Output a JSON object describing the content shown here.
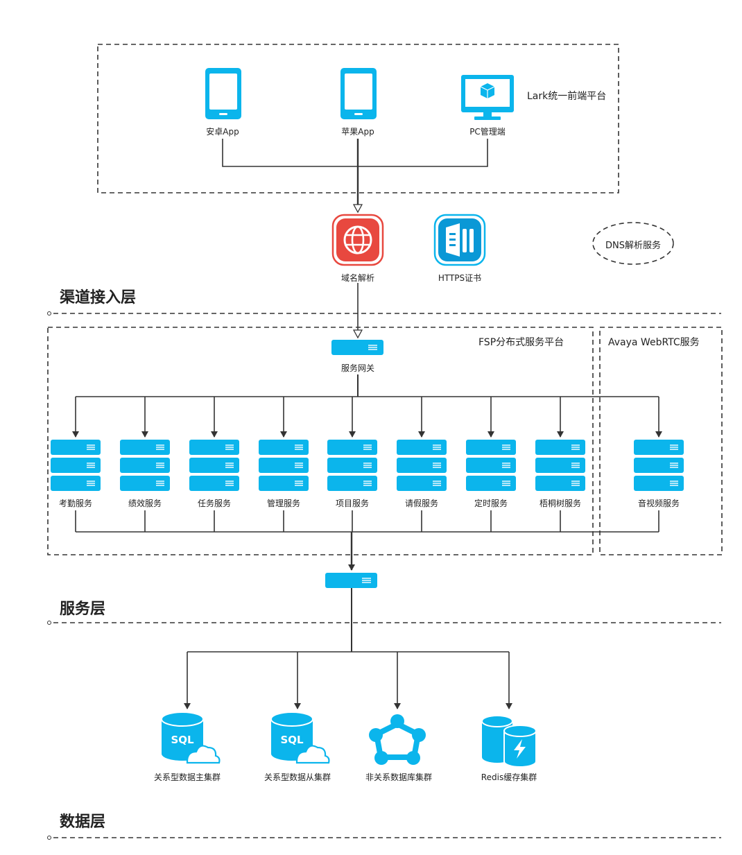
{
  "frontend": {
    "title": "Lark统一前端平台",
    "android": "安卓App",
    "ios": "苹果App",
    "pc": "PC管理端"
  },
  "channel": {
    "dns_resolve": "域名解析",
    "https_cert": "HTTPS证书",
    "dns_service": "DNS解析服务",
    "layer_title": "渠道接入层"
  },
  "fsp": {
    "title": "FSP分布式服务平台",
    "gateway": "服务网关",
    "services": [
      "考勤服务",
      "绩效服务",
      "任务服务",
      "管理服务",
      "项目服务",
      "请假服务",
      "定时服务",
      "梧桐树服务"
    ]
  },
  "avaya": {
    "title": "Avaya WebRTC服务",
    "service": "音视频服务"
  },
  "service_layer": {
    "title": "服务层"
  },
  "data_layer": {
    "title": "数据层",
    "items": [
      "关系型数据主集群",
      "关系型数据从集群",
      "非关系数据库集群",
      "Redis缓存集群"
    ],
    "sql_text": "SQL"
  },
  "colors": {
    "accent": "#0bb5ec",
    "dns_red": "#e8483f",
    "line": "#333333"
  }
}
